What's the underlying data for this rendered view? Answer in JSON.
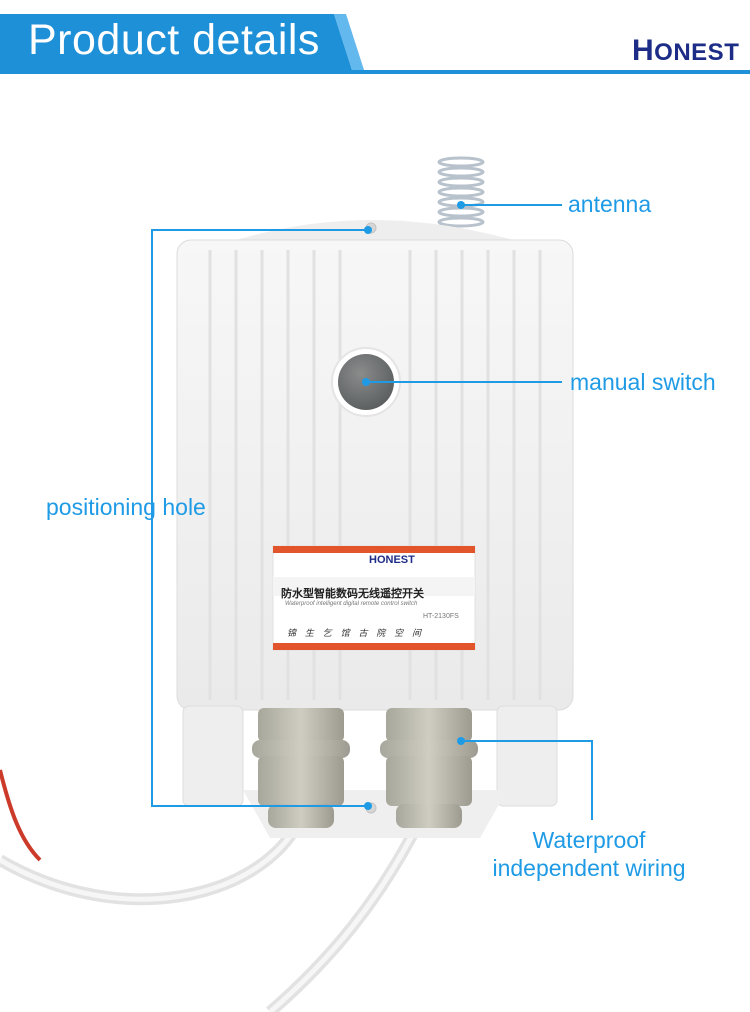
{
  "header": {
    "title": "Product details",
    "brand_initial": "H",
    "brand_rest": "ONEST",
    "banner_color": "#1e90d8"
  },
  "callouts": {
    "antenna": "antenna",
    "manual_switch": "manual switch",
    "positioning_hole": "positioning hole",
    "wiring_line1": "Waterproof",
    "wiring_line2": "independent wiring",
    "color": "#1f9be6"
  },
  "product_label": {
    "brand": "HONEST",
    "title_cn": "防水型智能数码无线遥控开关",
    "title_en": "Waterproof intelligent digital remote control switch",
    "model": "HT-2130FS",
    "handwriting": "锦 生 乞 馆 古 院 空 间"
  }
}
